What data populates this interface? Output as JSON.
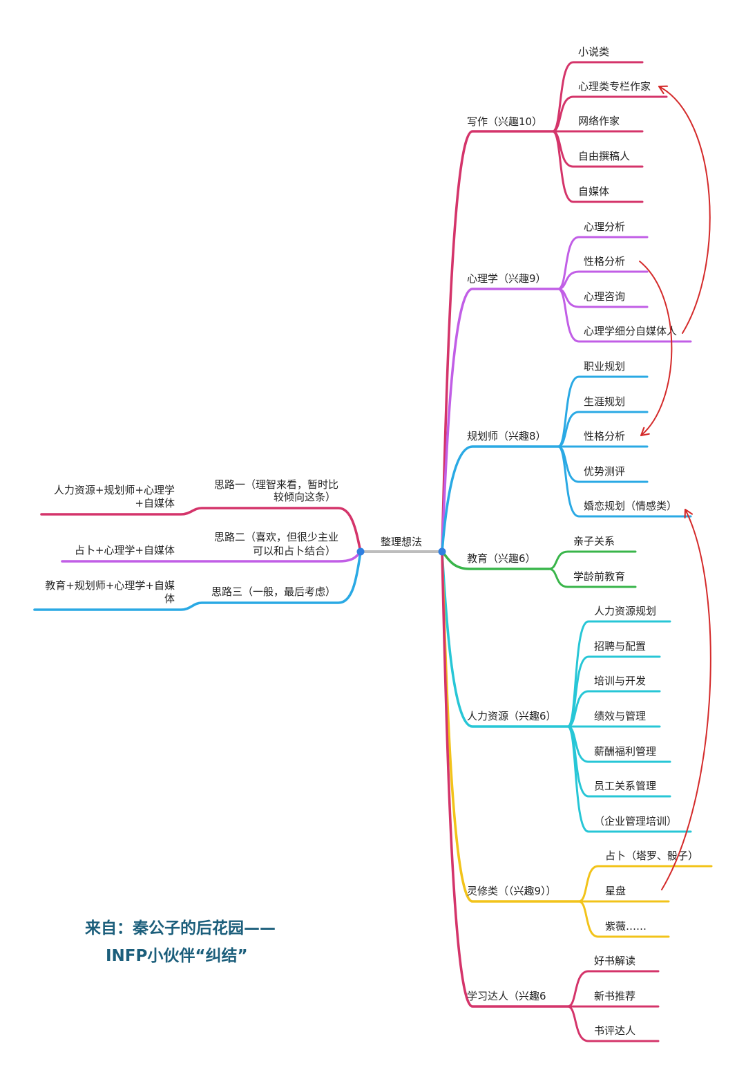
{
  "center": {
    "label": "整理想法",
    "connector_color": "#bdbdbd",
    "hub_color": "#2f7fe0"
  },
  "right_branches": [
    {
      "label": "写作（兴趣10）",
      "color": "#d4346a",
      "children": [
        "小说类",
        "心理类专栏作家",
        "网络作家",
        "自由撰稿人",
        "自媒体"
      ]
    },
    {
      "label": "心理学（兴趣9）",
      "color": "#c15ee6",
      "children": [
        "心理分析",
        "性格分析",
        "心理咨询",
        "心理学细分自媒体人"
      ]
    },
    {
      "label": "规划师（兴趣8）",
      "color": "#2aa9e4",
      "children": [
        "职业规划",
        "生涯规划",
        "性格分析",
        "优势测评",
        "婚恋规划（情感类）"
      ]
    },
    {
      "label": "教育（兴趣6）",
      "color": "#39b54a",
      "children": [
        "亲子关系",
        "学龄前教育"
      ]
    },
    {
      "label": "人力资源（兴趣6）",
      "color": "#27c6d6",
      "children": [
        "人力资源规划",
        "招聘与配置",
        "培训与开发",
        "绩效与管理",
        "薪酬福利管理",
        "员工关系管理",
        "（企业管理培训）"
      ]
    },
    {
      "label": "灵修类（（兴趣9））",
      "color": "#f2c31a",
      "children": [
        "占卜（塔罗、骰子）",
        "星盘",
        "紫薇……"
      ]
    },
    {
      "label": "学习达人（兴趣6",
      "color": "#d4346a",
      "children": [
        "好书解读",
        "新书推荐",
        "书评达人"
      ]
    }
  ],
  "left_branches": [
    {
      "idea_lines": [
        "思路一（理智来看，暂时比",
        "较倾向这条）"
      ],
      "combo_lines": [
        "人力资源+规划师+心理学",
        "+自媒体"
      ],
      "color": "#d4346a"
    },
    {
      "idea_lines": [
        "思路二（喜欢，但很少主业",
        "可以和占卜结合）"
      ],
      "combo_lines": [
        "占卜+心理学+自媒体"
      ],
      "color": "#c15ee6"
    },
    {
      "idea_lines": [
        "思路三（一般，最后考虑）"
      ],
      "combo_lines": [
        "教育+规划师+心理学+自媒",
        "体"
      ],
      "color": "#2aa9e4"
    }
  ],
  "arrow_color": "#d42a2a",
  "credit": {
    "lines": [
      "来自：秦公子的后花园——",
      "INFP小伙伴“纠结”"
    ],
    "color": "#1b5e7b"
  }
}
